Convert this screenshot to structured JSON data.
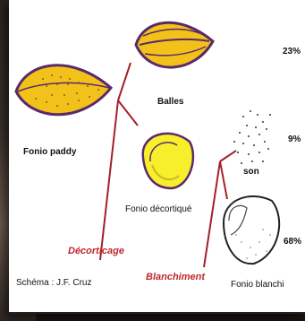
{
  "labels": {
    "balles": "Balles",
    "fonio_paddy": "Fonio paddy",
    "fonio_decortique": "Fonio décortiqué",
    "son": "son",
    "fonio_blanchi": "Fonio blanchi",
    "decorticage": "Décorticage",
    "blanchiment": "Blanchiment",
    "credit": "Schéma : J.F. Cruz"
  },
  "percentages": {
    "balles": "23%",
    "son": "9%",
    "fonio_blanchi": "68%"
  },
  "colors": {
    "grain_fill": "#f2c21b",
    "grain_outline": "#5a2a6a",
    "decortique_fill": "#f7ef2c",
    "branch_red": "#a3202a",
    "label_red": "#c0262d"
  }
}
